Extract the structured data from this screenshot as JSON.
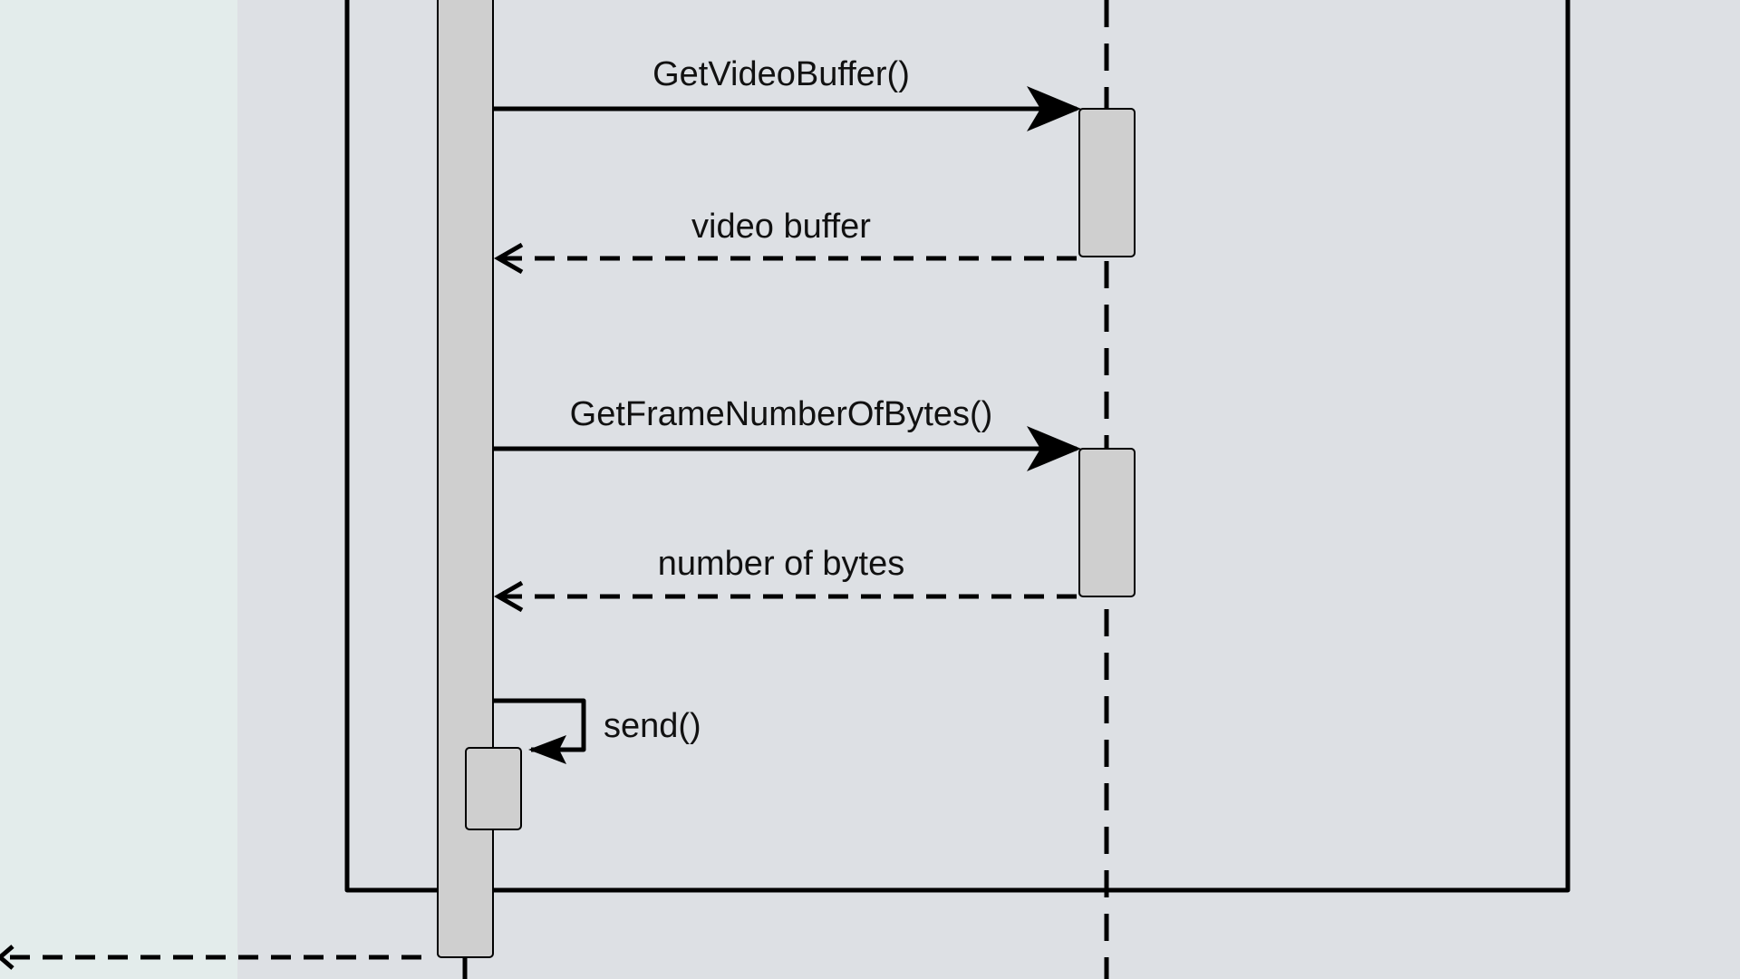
{
  "diagram": {
    "colors": {
      "left_band": "#e3eceb",
      "main_area": "#dde0e4",
      "activation_fill": "#cfcfcf",
      "stroke": "#000000"
    },
    "messages": [
      {
        "label": "GetVideoBuffer()",
        "kind": "call"
      },
      {
        "label": "video buffer",
        "kind": "return"
      },
      {
        "label": "GetFrameNumberOfBytes()",
        "kind": "call"
      },
      {
        "label": "number of bytes",
        "kind": "return"
      },
      {
        "label": "send()",
        "kind": "self-call"
      }
    ]
  }
}
